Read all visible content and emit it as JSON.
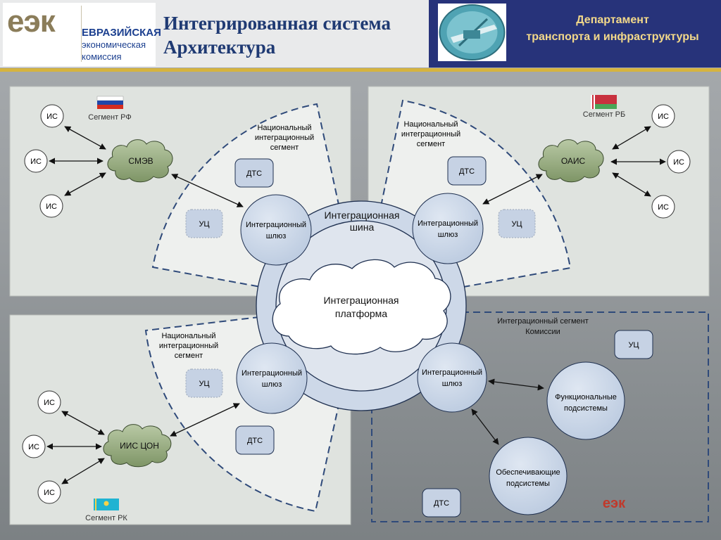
{
  "header": {
    "logo_mark": "еэк",
    "logo_line1": "ЕВРАЗИЙСКАЯ",
    "logo_line2": "экономическая",
    "logo_line3": "комиссия",
    "title_line1": "Интегрированная система",
    "title_line2": "Архитектура",
    "dept_line1": "Департамент",
    "dept_line2": "транспорта и инфраструктуры"
  },
  "colors": {
    "panel_fill": "#dfe3df",
    "node_fill": "#c6d2e4",
    "node_stroke": "#1f3050",
    "dashed": "#2f4a7a",
    "eek_red": "#c0392b",
    "cloud_green": "#98ac84"
  },
  "diagram": {
    "ru": {
      "segment": "Сегмент РФ",
      "is1": "ИС",
      "is2": "ИС",
      "is3": "ИС",
      "hub": "СМЭВ",
      "nat1": "Национальный",
      "nat2": "интеграционный",
      "nat3": "сегмент",
      "dts": "ДТС",
      "uc": "УЦ",
      "gw1": "Интеграционный",
      "gw2": "шлюз"
    },
    "by": {
      "segment": "Сегмент РБ",
      "is1": "ИС",
      "is2": "ИС",
      "is3": "ИС",
      "hub": "ОАИС",
      "nat1": "Национальный",
      "nat2": "интеграционный",
      "nat3": "сегмент",
      "dts": "ДТС",
      "uc": "УЦ",
      "gw1": "Интеграционный",
      "gw2": "шлюз"
    },
    "kz": {
      "segment": "Сегмент РК",
      "is1": "ИС",
      "is2": "ИС",
      "is3": "ИС",
      "hub": "ИИС ЦОН",
      "nat1": "Национальный",
      "nat2": "интеграционный",
      "nat3": "сегмент",
      "dts": "ДТС",
      "uc": "УЦ",
      "gw1": "Интеграционный",
      "gw2": "шлюз"
    },
    "eek": {
      "seg1": "Интеграционный сегмент",
      "seg2": "Комиссии",
      "uc": "УЦ",
      "dts": "ДТС",
      "gw1": "Интеграционный",
      "gw2": "шлюз",
      "func1": "Функциональные",
      "func2": "подсистемы",
      "supp1": "Обеспечивающие",
      "supp2": "подсистемы",
      "mark": "еэк"
    },
    "bus1": "Интеграционная",
    "bus2": "шина",
    "platform1": "Интеграционная",
    "platform2": "платформа"
  }
}
